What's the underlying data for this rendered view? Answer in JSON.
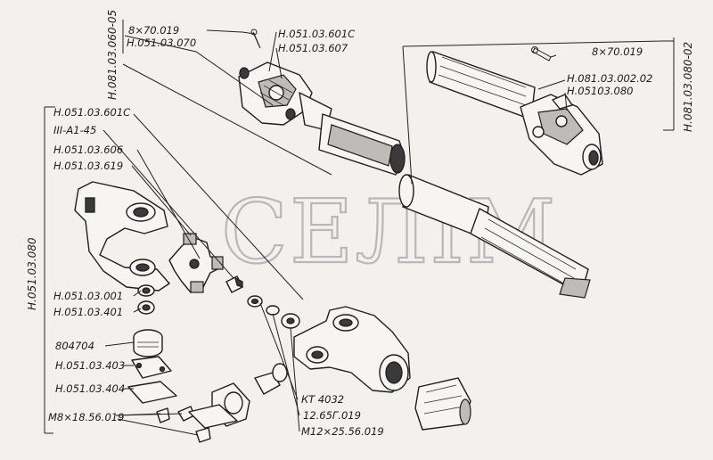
{
  "labels": {
    "top_left_ref": "8×70.019",
    "top_left_code_a": "Н.051.03.070",
    "top_mid_code_a": "Н.051.03.601С",
    "top_mid_code_b": "Н.051.03.607",
    "vert_left_assembly": "Н.081.03.060-05",
    "right_ref": "8×70.019",
    "right_code_a": "Н.081.03.002.02",
    "right_code_b": "Н.05103.080",
    "vert_right_assembly": "Н.081.03.080-02",
    "left_601": "Н.051.03.601С",
    "left_iii": "III-А1-45",
    "left_606": "Н.051.03.606",
    "left_619": "Н.051.03.619",
    "vert_main_assembly": "Н.051.03.080",
    "left_001": "Н.051.03.001",
    "left_401": "Н.051.03.401",
    "left_804704": "804704",
    "left_403": "Н.051.03.403",
    "left_404": "Н.051.03.404",
    "left_m8": "М8×18.56.019",
    "bottom_kt": "КТ 4032",
    "bottom_1265": "12.65Г.019",
    "bottom_m12": "М12×25.56.019"
  },
  "watermark": "СЕЛІМ",
  "colors": {
    "background": "#f2f1ee",
    "ink": "#1e1e1e",
    "watermark": "#b8b8b8"
  }
}
